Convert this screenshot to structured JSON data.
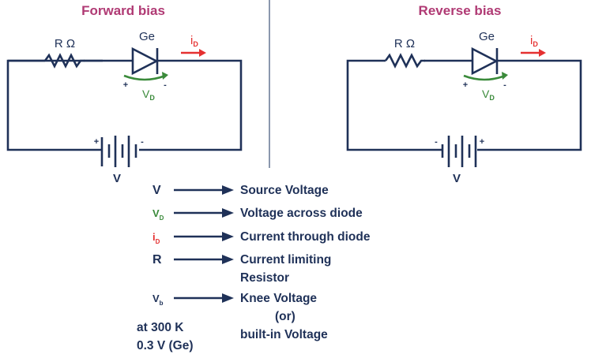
{
  "colors": {
    "wire": "#1f3158",
    "title": "#b03a74",
    "voltage_drop": "#3a8a3a",
    "current": "#e53030",
    "divider": "#6e7f99"
  },
  "forward": {
    "title": "Forward bias",
    "resistor_label": "R Ω",
    "diode_label": "Ge",
    "current_label": "i",
    "current_sub": "D",
    "vd_label": "V",
    "vd_sub": "D",
    "diode_plus": "+",
    "diode_minus": "-",
    "battery_left": "+",
    "battery_right": "-",
    "battery_label": "V"
  },
  "reverse": {
    "title": "Reverse bias",
    "resistor_label": "R Ω",
    "diode_label": "Ge",
    "current_label": "i",
    "current_sub": "D",
    "vd_label": "V",
    "vd_sub": "D",
    "diode_plus": "+",
    "diode_minus": "-",
    "battery_left": "-",
    "battery_right": "+",
    "battery_label": "V"
  },
  "legend": [
    {
      "symbol": "V",
      "sub": "",
      "symbol_color": "wire",
      "description": [
        "Source Voltage"
      ]
    },
    {
      "symbol": "V",
      "sub": "D",
      "symbol_color": "voltage_drop",
      "description": [
        "Voltage across diode"
      ]
    },
    {
      "symbol": "i",
      "sub": "D",
      "symbol_color": "current",
      "description": [
        "Current through diode"
      ]
    },
    {
      "symbol": "R",
      "sub": "",
      "symbol_color": "wire",
      "description": [
        "Current limiting",
        "Resistor"
      ]
    },
    {
      "symbol": "V",
      "sub": "b",
      "symbol_color": "wire",
      "description": [
        "Knee Voltage",
        "(or)",
        "built-in Voltage"
      ]
    }
  ],
  "knee_note": [
    "at 300 K",
    "0.3 V (Ge)"
  ]
}
